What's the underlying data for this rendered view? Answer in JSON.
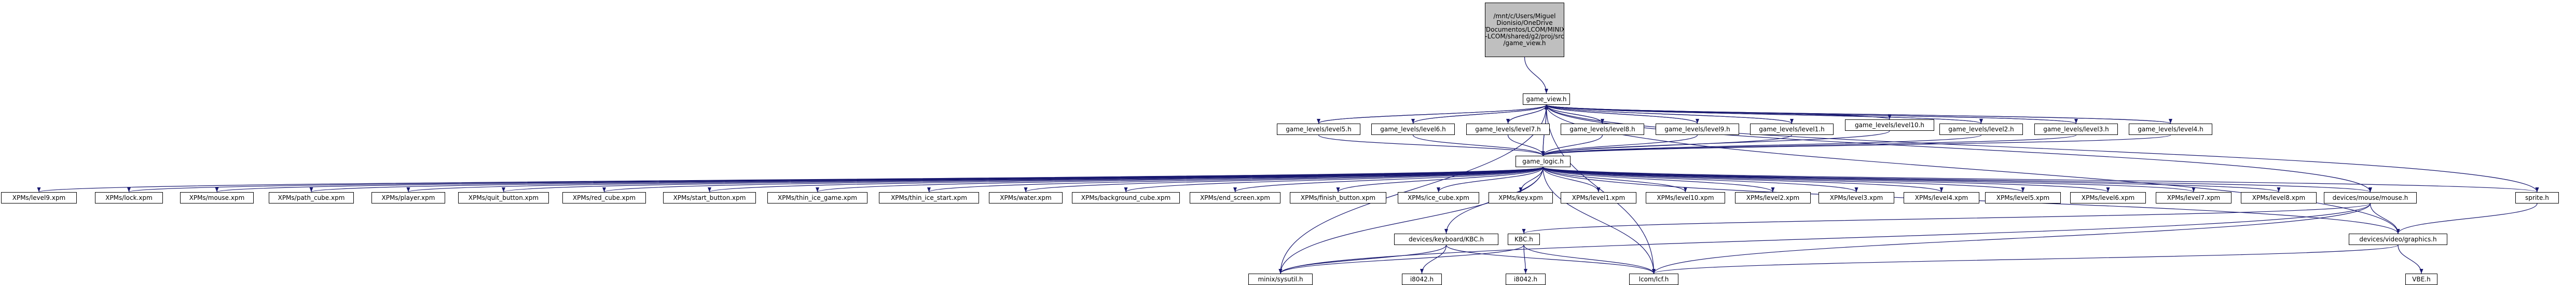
{
  "colors": {
    "edge": "#191970",
    "root_fill": "#bfbfbf",
    "node_fill": "#ffffff",
    "border": "#000000"
  },
  "root": {
    "lines": [
      "/mnt/c/Users/Miguel",
      "Dionisio/OneDrive",
      "/Documentos/LCOM/MINIX",
      "-LCOM/shared/g2/proj/src",
      "/game_view.h"
    ]
  },
  "nodes": {
    "game_view": "game_view.h",
    "level5": "game_levels/level5.h",
    "level6": "game_levels/level6.h",
    "level7": "game_levels/level7.h",
    "level8": "game_levels/level8.h",
    "level9": "game_levels/level9.h",
    "level1": "game_levels/level1.h",
    "level10": "game_levels/level10.h",
    "level2": "game_levels/level2.h",
    "level3": "game_levels/level3.h",
    "level4": "game_levels/level4.h",
    "game_logic": "game_logic.h",
    "x_level9": "XPMs/level9.xpm",
    "x_lock": "XPMs/lock.xpm",
    "x_mouse": "XPMs/mouse.xpm",
    "x_path_cube": "XPMs/path_cube.xpm",
    "x_player": "XPMs/player.xpm",
    "x_quit_button": "XPMs/quit_button.xpm",
    "x_red_cube": "XPMs/red_cube.xpm",
    "x_start_button": "XPMs/start_button.xpm",
    "x_thin_ice_game": "XPMs/thin_ice_game.xpm",
    "x_thin_ice_start": "XPMs/thin_ice_start.xpm",
    "x_water": "XPMs/water.xpm",
    "x_background_cube": "XPMs/background_cube.xpm",
    "x_end_screen": "XPMs/end_screen.xpm",
    "x_finish_button": "XPMs/finish_button.xpm",
    "x_ice_cube": "XPMs/ice_cube.xpm",
    "x_key": "XPMs/key.xpm",
    "x_level1": "XPMs/level1.xpm",
    "x_level10": "XPMs/level10.xpm",
    "x_level2": "XPMs/level2.xpm",
    "x_level3": "XPMs/level3.xpm",
    "x_level4": "XPMs/level4.xpm",
    "x_level5": "XPMs/level5.xpm",
    "x_level6": "XPMs/level6.xpm",
    "x_level7": "XPMs/level7.xpm",
    "x_level8": "XPMs/level8.xpm",
    "mouse": "devices/mouse/mouse.h",
    "sprite": "sprite.h",
    "keyboard": "devices/keyboard/KBC.h",
    "kbc": "KBC.h",
    "graphics": "devices/video/graphics.h",
    "sysutil": "minix/sysutil.h",
    "i8042a": "i8042.h",
    "i8042b": "i8042.h",
    "lcom": "lcom/lcf.h",
    "vbe": "VBE.h"
  },
  "edges": [
    [
      "root",
      "game_view"
    ],
    [
      "game_view",
      "level5"
    ],
    [
      "game_view",
      "level6"
    ],
    [
      "game_view",
      "level7"
    ],
    [
      "game_view",
      "level8"
    ],
    [
      "game_view",
      "level9"
    ],
    [
      "game_view",
      "level1"
    ],
    [
      "game_view",
      "level10"
    ],
    [
      "game_view",
      "level2"
    ],
    [
      "game_view",
      "level3"
    ],
    [
      "game_view",
      "level4"
    ],
    [
      "game_view",
      "game_logic"
    ],
    [
      "game_view",
      "mouse"
    ],
    [
      "game_view",
      "sprite"
    ],
    [
      "game_view",
      "graphics"
    ],
    [
      "game_view",
      "sysutil"
    ],
    [
      "game_view",
      "lcom"
    ],
    [
      "level5",
      "game_view"
    ],
    [
      "level6",
      "game_view"
    ],
    [
      "level7",
      "game_view"
    ],
    [
      "level8",
      "game_view"
    ],
    [
      "level9",
      "game_view"
    ],
    [
      "level1",
      "game_view"
    ],
    [
      "level10",
      "game_view"
    ],
    [
      "level2",
      "game_view"
    ],
    [
      "level3",
      "game_view"
    ],
    [
      "level4",
      "game_view"
    ],
    [
      "game_logic",
      "game_view"
    ],
    [
      "level5",
      "game_logic"
    ],
    [
      "level6",
      "game_logic"
    ],
    [
      "level7",
      "game_logic"
    ],
    [
      "level8",
      "game_logic"
    ],
    [
      "level9",
      "game_logic"
    ],
    [
      "level1",
      "game_logic"
    ],
    [
      "level10",
      "game_logic"
    ],
    [
      "level2",
      "game_logic"
    ],
    [
      "level3",
      "game_logic"
    ],
    [
      "level4",
      "game_logic"
    ],
    [
      "game_logic",
      "x_level9"
    ],
    [
      "game_logic",
      "x_lock"
    ],
    [
      "game_logic",
      "x_mouse"
    ],
    [
      "game_logic",
      "x_path_cube"
    ],
    [
      "game_logic",
      "x_player"
    ],
    [
      "game_logic",
      "x_quit_button"
    ],
    [
      "game_logic",
      "x_red_cube"
    ],
    [
      "game_logic",
      "x_start_button"
    ],
    [
      "game_logic",
      "x_thin_ice_game"
    ],
    [
      "game_logic",
      "x_thin_ice_start"
    ],
    [
      "game_logic",
      "x_water"
    ],
    [
      "game_logic",
      "x_background_cube"
    ],
    [
      "game_logic",
      "x_end_screen"
    ],
    [
      "game_logic",
      "x_finish_button"
    ],
    [
      "game_logic",
      "x_ice_cube"
    ],
    [
      "game_logic",
      "x_key"
    ],
    [
      "game_logic",
      "x_level1"
    ],
    [
      "game_logic",
      "x_level10"
    ],
    [
      "game_logic",
      "x_level2"
    ],
    [
      "game_logic",
      "x_level3"
    ],
    [
      "game_logic",
      "x_level4"
    ],
    [
      "game_logic",
      "x_level5"
    ],
    [
      "game_logic",
      "x_level6"
    ],
    [
      "game_logic",
      "x_level7"
    ],
    [
      "game_logic",
      "x_level8"
    ],
    [
      "game_logic",
      "mouse"
    ],
    [
      "game_logic",
      "sprite"
    ],
    [
      "game_logic",
      "keyboard"
    ],
    [
      "game_logic",
      "graphics"
    ],
    [
      "game_logic",
      "sysutil"
    ],
    [
      "game_logic",
      "lcom"
    ],
    [
      "mouse",
      "kbc"
    ],
    [
      "mouse",
      "graphics"
    ],
    [
      "mouse",
      "sysutil"
    ],
    [
      "mouse",
      "lcom"
    ],
    [
      "sprite",
      "graphics"
    ],
    [
      "keyboard",
      "sysutil"
    ],
    [
      "keyboard",
      "i8042a"
    ],
    [
      "keyboard",
      "lcom"
    ],
    [
      "kbc",
      "sysutil"
    ],
    [
      "kbc",
      "i8042b"
    ],
    [
      "kbc",
      "lcom"
    ],
    [
      "graphics",
      "lcom"
    ],
    [
      "graphics",
      "vbe"
    ]
  ]
}
